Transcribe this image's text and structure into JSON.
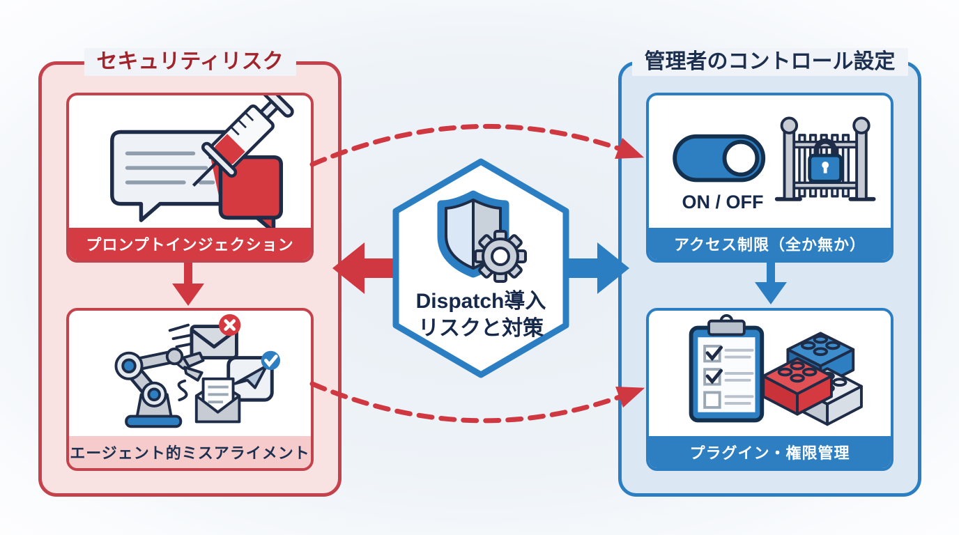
{
  "left_panel": {
    "title": "セキュリティリスク",
    "cards": [
      {
        "label": "プロンプトインジェクション",
        "icon": "syringe-chat-icon"
      },
      {
        "label": "エージェント的ミスアライメント",
        "icon": "robot-arm-email-icon"
      }
    ]
  },
  "right_panel": {
    "title": "管理者のコントロール設定",
    "cards": [
      {
        "label": "アクセス制限（全か無か）",
        "icon": "toggle-gate-lock-icon",
        "toggle_text": "ON / OFF"
      },
      {
        "label": "プラグイン・権限管理",
        "icon": "clipboard-lego-icon"
      }
    ]
  },
  "center": {
    "title_line1": "Dispatch導入",
    "title_line2": "リスクと対策",
    "icon": "shield-gear-icon"
  },
  "colors": {
    "accent_red": "#cf3840",
    "dark_red_title": "#a1242c",
    "accent_blue": "#2b7ec1",
    "navy_text": "#1d2f4e",
    "panel_pink_bg": "#f9e2e2",
    "panel_blue_bg": "#dbe8f4",
    "label_red_bg": "#d53b42",
    "label_pink_bg": "#f6cbcb",
    "label_blue_bg": "#2e7fc2"
  }
}
